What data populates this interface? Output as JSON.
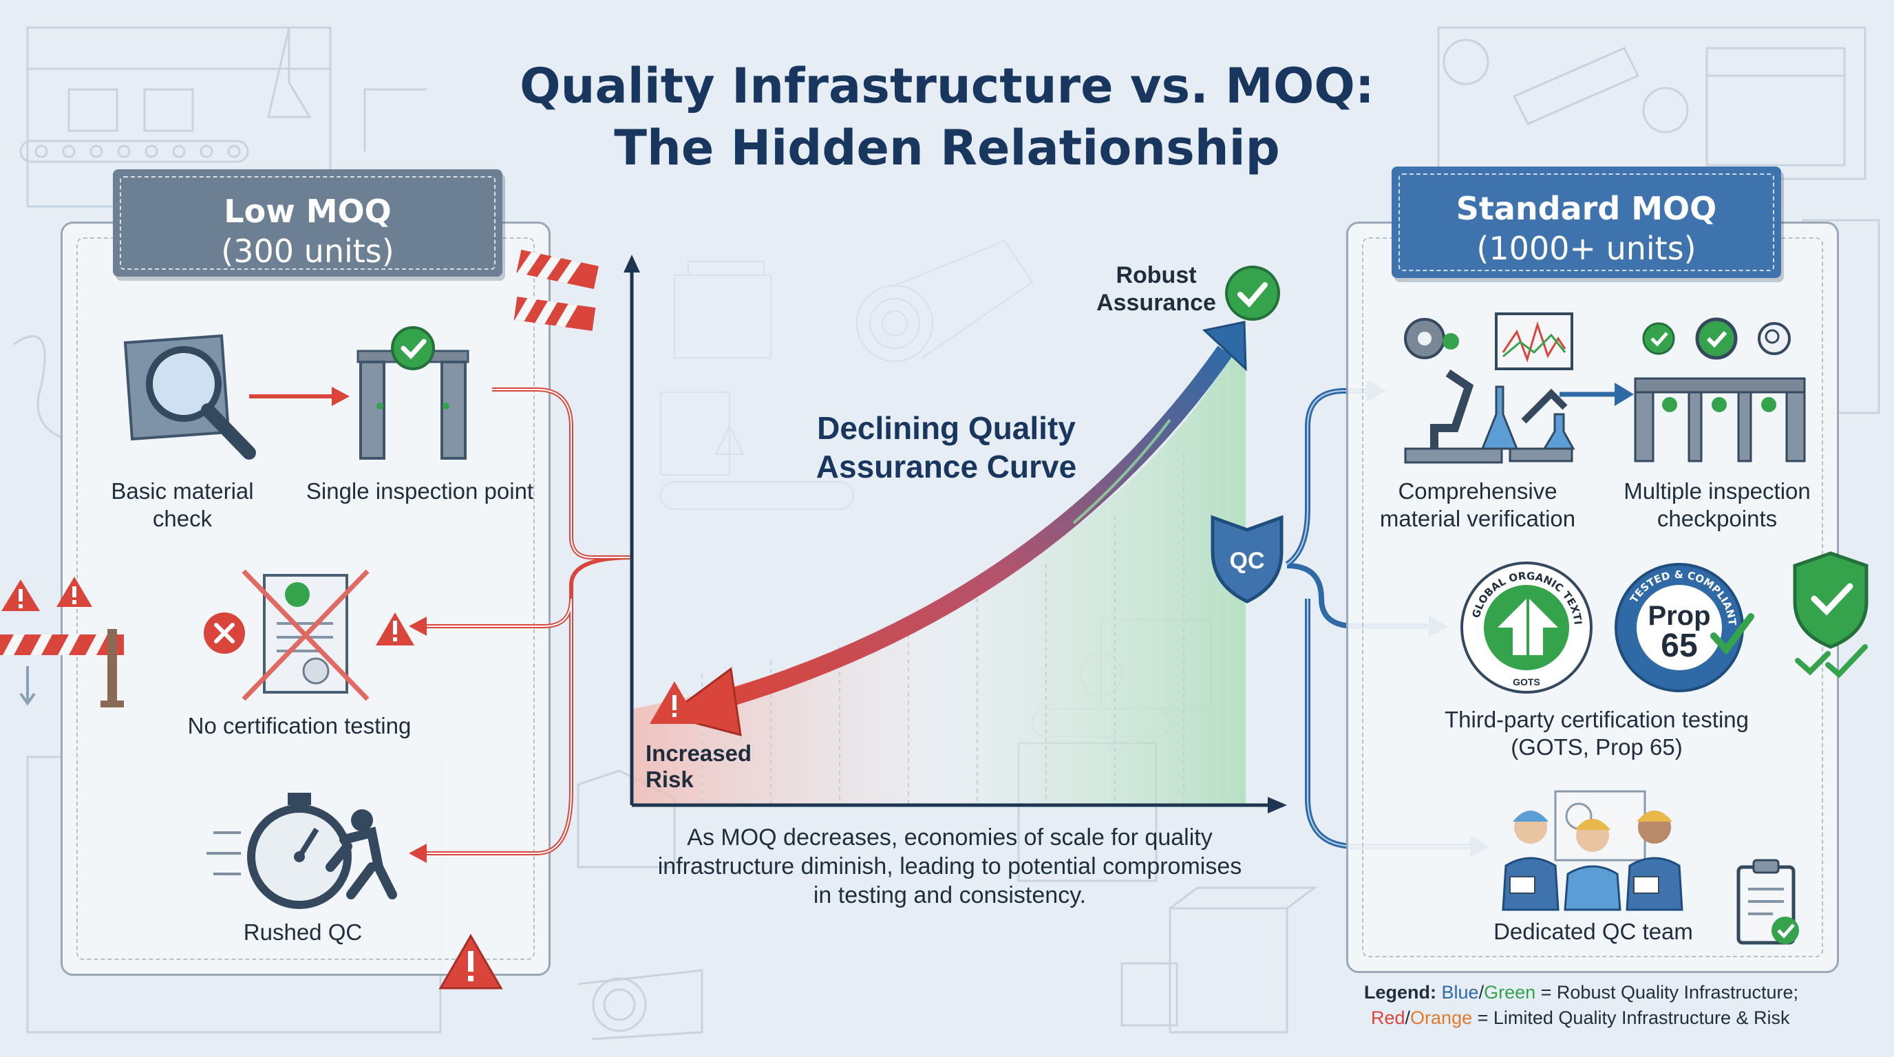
{
  "title": {
    "line1": "Quality Infrastructure vs. MOQ:",
    "line2": "The Hidden Relationship"
  },
  "left_panel": {
    "header_line1": "Low MOQ",
    "header_line2": "(300 units)",
    "items": {
      "basic_check": "Basic material check",
      "single_point": "Single inspection point",
      "no_cert": "No certification testing",
      "rushed": "Rushed QC"
    }
  },
  "right_panel": {
    "header_line1": "Standard MOQ",
    "header_line2": "(1000+ units)",
    "items": {
      "comprehensive": "Comprehensive material verification",
      "multiple": "Multiple inspection checkpoints",
      "third_party_line1": "Third-party certification testing",
      "third_party_line2": "(GOTS, Prop 65)",
      "team": "Dedicated QC team"
    },
    "badge_gots": {
      "ring_text": "GLOBAL ORGANIC TEXTILE STANDARD",
      "bottom": "GOTS"
    },
    "badge_prop65": {
      "ring_text": "TESTED & COMPLIANT",
      "line1": "Prop",
      "line2": "65"
    }
  },
  "center": {
    "curve_title_line1": "Declining Quality",
    "curve_title_line2": "Assurance Curve",
    "top_label_line1": "Robust",
    "top_label_line2": "Assurance",
    "bottom_label_line1": "Increased",
    "bottom_label_line2": "Risk",
    "qc_shield": "QC",
    "note_line1": "As MOQ decreases, economies of scale for quality",
    "note_line2": "infrastructure diminish, leading to potential compromises",
    "note_line3": "in testing and consistency."
  },
  "legend": {
    "label": "Legend:",
    "blue": "Blue",
    "slash": "/",
    "green": "Green",
    "robust_text": "= Robust Quality Infrastructure;",
    "red": "Red",
    "slash2": "/",
    "orange": "Orange",
    "limited_text": "= Limited Quality Infrastructure & Risk"
  },
  "colors": {
    "navy": "#19365e",
    "low_header": "#6c7f93",
    "std_header": "#3f73ad",
    "red": "#d9453b",
    "green": "#35a24c",
    "blue": "#2f6aa6"
  }
}
